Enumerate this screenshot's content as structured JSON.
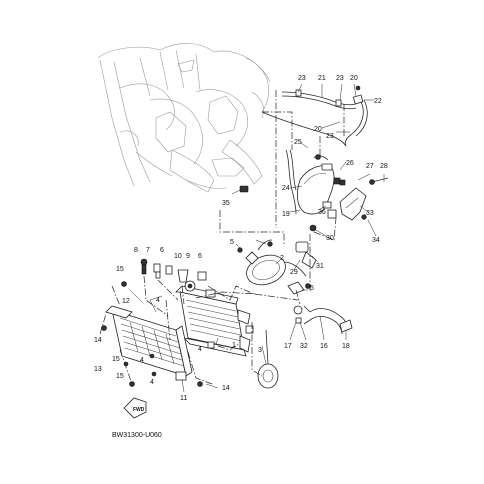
{
  "diagram": {
    "code": "BW31300-U060",
    "fwd_label": "FWD",
    "callouts": [
      {
        "n": "23"
      },
      {
        "n": "21"
      },
      {
        "n": "23"
      },
      {
        "n": "20"
      },
      {
        "n": "22"
      },
      {
        "n": "20"
      },
      {
        "n": "23"
      },
      {
        "n": "25"
      },
      {
        "n": "26"
      },
      {
        "n": "27"
      },
      {
        "n": "28"
      },
      {
        "n": "24"
      },
      {
        "n": "35"
      },
      {
        "n": "33"
      },
      {
        "n": "19"
      },
      {
        "n": "36"
      },
      {
        "n": "30"
      },
      {
        "n": "34"
      },
      {
        "n": "5"
      },
      {
        "n": "2"
      },
      {
        "n": "29"
      },
      {
        "n": "31"
      },
      {
        "n": "8"
      },
      {
        "n": "7"
      },
      {
        "n": "6"
      },
      {
        "n": "10"
      },
      {
        "n": "9"
      },
      {
        "n": "6"
      },
      {
        "n": "15"
      },
      {
        "n": "5"
      },
      {
        "n": "12"
      },
      {
        "n": "4"
      },
      {
        "n": "14"
      },
      {
        "n": "4"
      },
      {
        "n": "1"
      },
      {
        "n": "3"
      },
      {
        "n": "17"
      },
      {
        "n": "32"
      },
      {
        "n": "16"
      },
      {
        "n": "18"
      },
      {
        "n": "15"
      },
      {
        "n": "13"
      },
      {
        "n": "4"
      },
      {
        "n": "15"
      },
      {
        "n": "4"
      },
      {
        "n": "11"
      },
      {
        "n": "14"
      }
    ]
  }
}
